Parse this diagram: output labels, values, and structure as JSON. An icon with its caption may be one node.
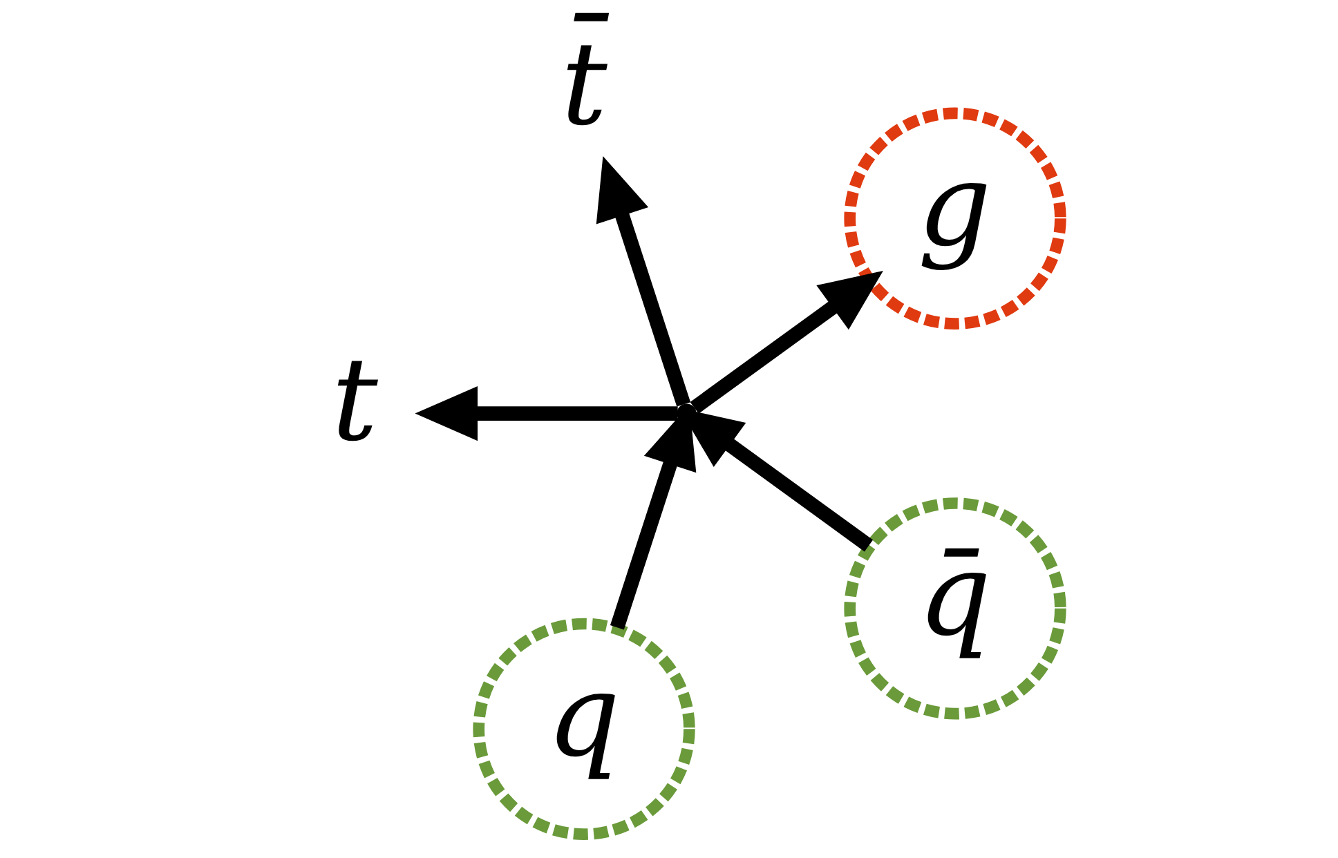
{
  "diagram": {
    "nodes": [
      {
        "text": [
          "q"
        ]
      },
      {
        "text": [
          "g"
        ]
      },
      {
        "text": [
          "q̄"
        ]
      },
      {
        "text": [],
        "shape": "point"
      },
      {
        "text": [
          "t̄"
        ]
      },
      {
        "text": [
          "t"
        ]
      }
    ],
    "edges": [
      {
        "from": 0,
        "to": 3,
        "arrow": "to"
      },
      {
        "from": 2,
        "to": 3,
        "arrow": "to"
      },
      {
        "from": 3,
        "to": 1,
        "arrow": "to"
      },
      {
        "from": 3,
        "to": 4,
        "arrow": "to"
      },
      {
        "from": 3,
        "to": 5,
        "arrow": "to"
      }
    ]
  }
}
